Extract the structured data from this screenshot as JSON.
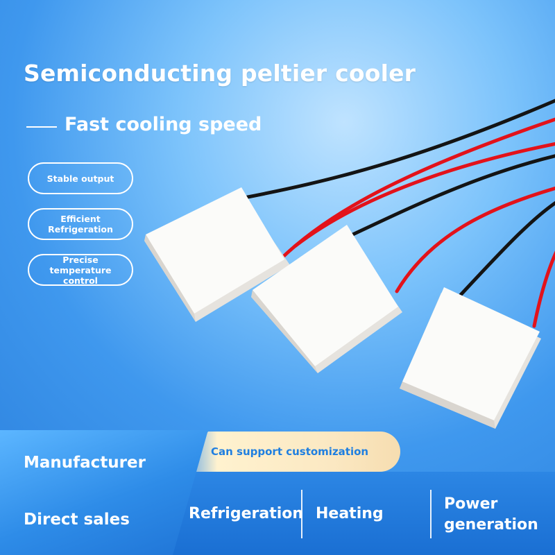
{
  "header": {
    "title": "Semiconducting peltier cooler",
    "subtitle": "Fast cooling speed"
  },
  "features_pills": [
    {
      "label": "Stable output"
    },
    {
      "label": "Efficient Refrigeration"
    },
    {
      "label": "Precise temperature control"
    }
  ],
  "bottom": {
    "customization": "Can support customization",
    "left_lines": [
      "Manufacturer",
      "Direct sales"
    ],
    "features": [
      "Refrigeration",
      "Heating",
      "Power generation"
    ]
  },
  "colors": {
    "background_blue": "#3f98ee",
    "wire_red": "#e3121a",
    "wire_black": "#141414",
    "module_white": "#f7f7f5",
    "accent_cream": "#fff2cf"
  }
}
